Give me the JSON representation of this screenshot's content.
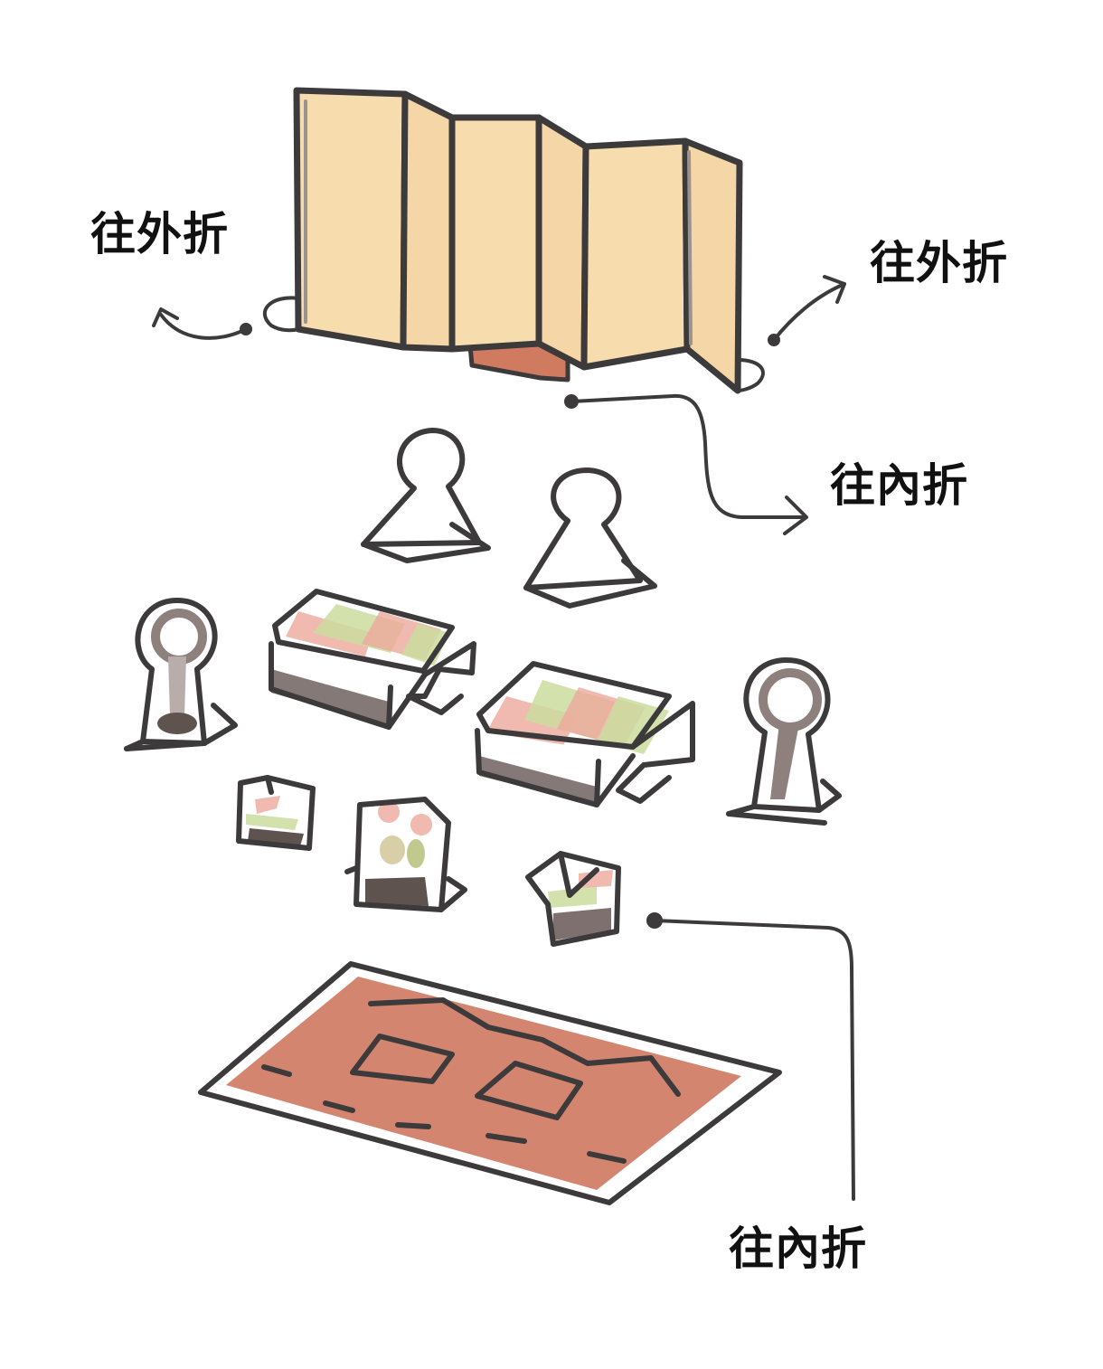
{
  "labels": {
    "top_left": "往外折",
    "top_right": "往外折",
    "middle_right": "往內折",
    "bottom_right": "往內折"
  },
  "colors": {
    "ink": "#3c3a3a",
    "screen_panel": "#f7dcae",
    "screen_edge": "#9a938f",
    "terracotta": "#d07a60",
    "mat": "#cf7b63",
    "stripe_pink": "#eea99d",
    "stripe_green": "#cbdc9d",
    "dark_base": "#6f615e",
    "grey_stand": "#8d807d"
  }
}
